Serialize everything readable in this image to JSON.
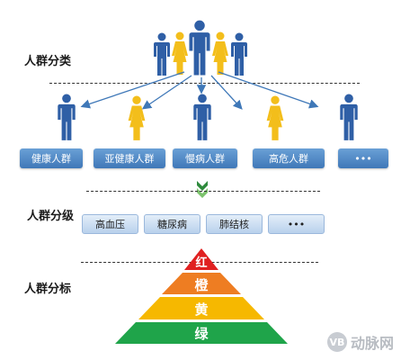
{
  "sections": {
    "classify": "人群分类",
    "grade": "人群分级",
    "stratify": "人群分标"
  },
  "categories": [
    "健康人群",
    "亚健康人群",
    "慢病人群",
    "高危人群",
    "•••"
  ],
  "diseases": [
    "高血压",
    "糖尿病",
    "肺结核",
    "•••"
  ],
  "pyramid": [
    "红",
    "橙",
    "黄",
    "绿"
  ],
  "colors": {
    "figure_blue": "#2f5fa6",
    "figure_yellow": "#f3be1b",
    "red": "#e02020",
    "orange": "#ee7d22",
    "yellow": "#f6b800",
    "green": "#1fa44a"
  },
  "watermark": "动脉网"
}
